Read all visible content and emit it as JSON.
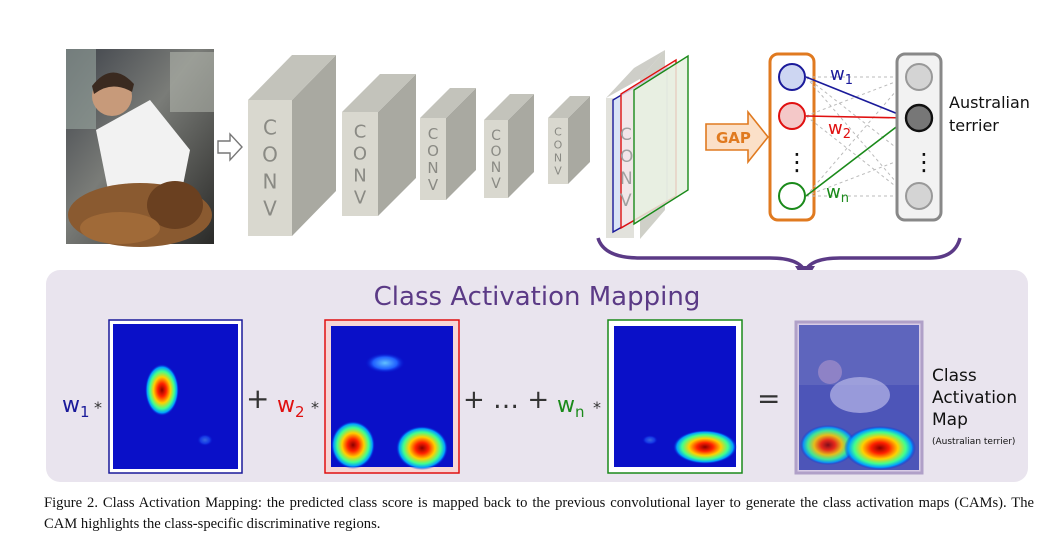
{
  "network": {
    "conv_label": "C O N V",
    "gap_label": "GAP",
    "weights": [
      "w",
      "w",
      "w"
    ],
    "weight_subs": [
      "1",
      "2",
      "n"
    ],
    "vdots": "⋮",
    "output_label_line1": "Australian",
    "output_label_line2": "terrier"
  },
  "cam_panel": {
    "title": "Class Activation Mapping",
    "terms": [
      {
        "w": "w",
        "sub": "1",
        "op": "*"
      },
      {
        "w": "w",
        "sub": "2",
        "op": "*"
      },
      {
        "w": "w",
        "sub": "n",
        "op": "*"
      }
    ],
    "plus": "+",
    "ellipsis_plus": "+ … +",
    "equals": "=",
    "result_label": [
      "Class",
      "Activation",
      "Map"
    ],
    "result_sublabel": "(Australian terrier)"
  },
  "caption": "Figure 2. Class Activation Mapping: the predicted class score is mapped back to the previous convolutional layer to generate the class activation maps (CAMs). The CAM highlights the class-specific discriminative regions.",
  "colors": {
    "blue": "#1a1a9a",
    "red": "#e01010",
    "green": "#1a8a1a",
    "orange": "#e07a20",
    "purple": "#5b3a86",
    "panel_bg": "#e9e4ee",
    "conv_face": "#d9d8cf"
  }
}
